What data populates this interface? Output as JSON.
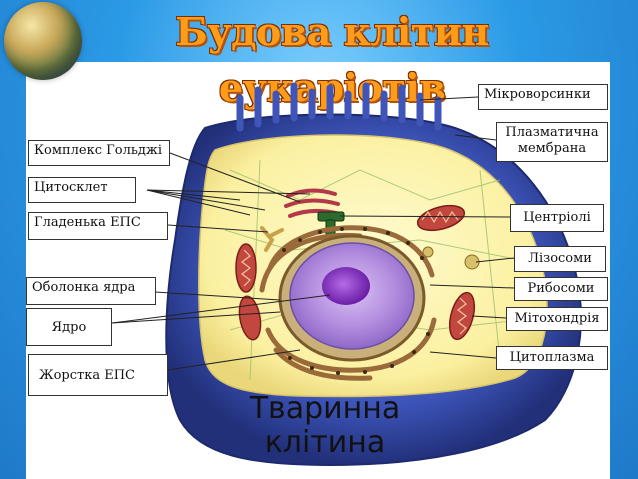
{
  "header": {
    "title": "Будова клітин еукаріотів"
  },
  "diagram": {
    "caption_line1": "Тваринна",
    "caption_line2": "клітина",
    "labels_left": {
      "golgi": "Комплекс Гольджі",
      "cytoskeleton": "Цитосклет",
      "smooth_er": "Гладенька ЕПС",
      "nuclear_envelope": "Оболонка ядра",
      "nucleus": "Ядро",
      "rough_er": "Жорстка ЕПС"
    },
    "labels_right": {
      "microvilli": "Мікроворсинки",
      "membrane_line1": "Плазматична",
      "membrane_line2": "мембрана",
      "centrioles": "Центріолі",
      "lysosomes": "Лізосоми",
      "ribosomes": "Рибосоми",
      "mitochondria": "Мітохондрія",
      "cytoplasm": "Цитоплазма"
    }
  },
  "colors": {
    "background": "#2b9ae6",
    "title": "#ff9d1a",
    "membrane": "#3f55b8",
    "cytoplasm": "#fbf3a0",
    "nucleus": "#b58ee0",
    "nucleolus": "#8a2fc9",
    "mitochondria": "#c2473e"
  }
}
